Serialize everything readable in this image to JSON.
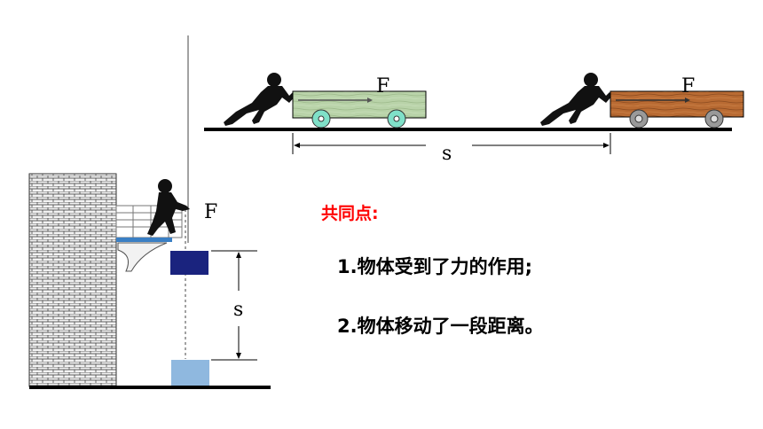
{
  "diagram": {
    "force_label_top_left": "F",
    "force_label_top_right": "F",
    "distance_label_top": "s",
    "force_label_left": "F",
    "distance_label_left": "s"
  },
  "summary": {
    "heading": "共同点:",
    "points": [
      "1.物体受到了力的作用;",
      "2.物体移动了一段距离。"
    ]
  },
  "colors": {
    "heading": "#ff0000",
    "cart_green": "#b9d3a9",
    "cart_wood": "#b96b33",
    "box_dark": "#1a237e",
    "box_light": "#8fb8df",
    "wall": "#e8e8e8"
  }
}
